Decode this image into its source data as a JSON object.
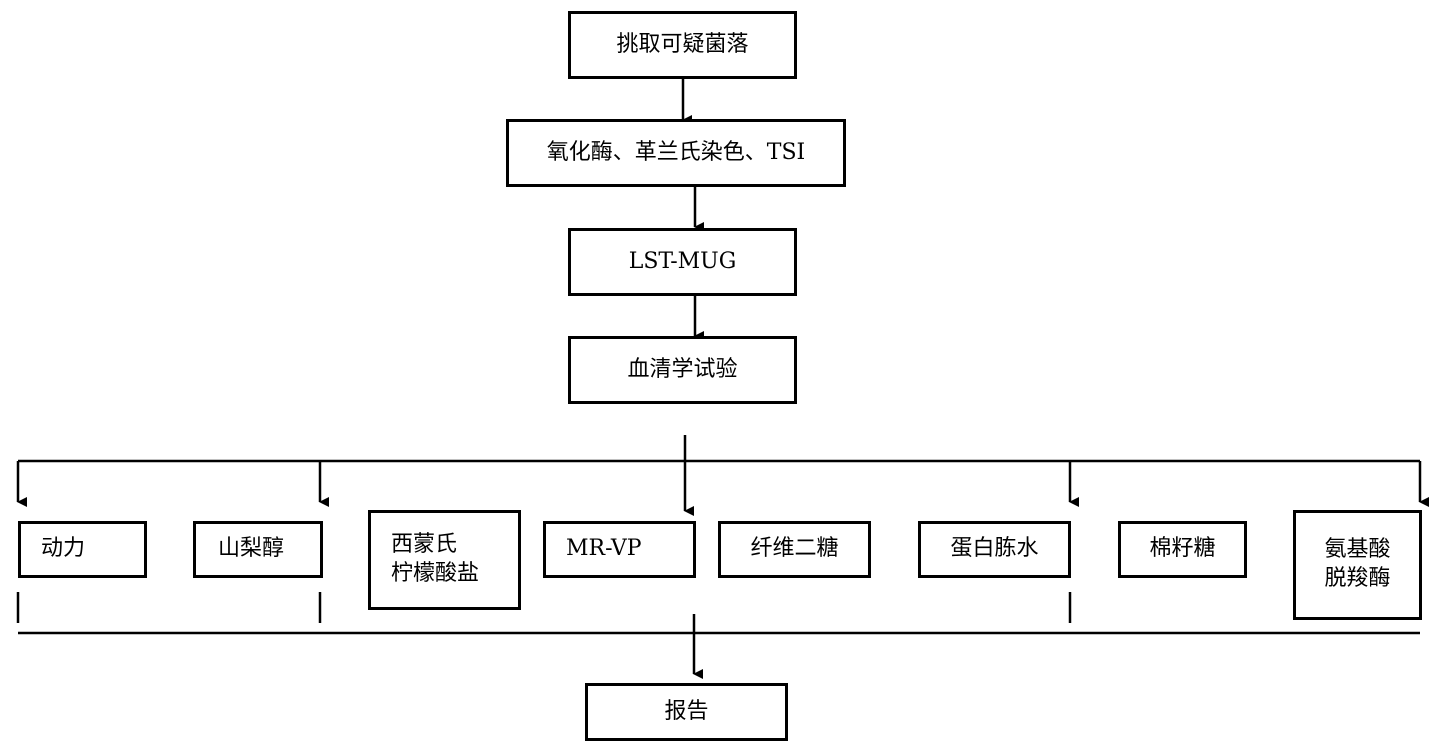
{
  "flow": {
    "step1": "挑取可疑菌落",
    "step2": "氧化酶、革兰氏染色、TSI",
    "step3": "LST-MUG",
    "step4": "血清学试验",
    "report": "报告"
  },
  "tests": {
    "motility": "动力",
    "sorbitol": "山梨醇",
    "citrate_line1": "西蒙氏",
    "citrate_line2": "柠檬酸盐",
    "mrvp": "MR-VP",
    "cellobiose": "纤维二糖",
    "peptone_water": "蛋白胨水",
    "raffinose": "棉籽糖",
    "decarboxylase_line1": "氨基酸",
    "decarboxylase_line2": "脱羧酶"
  }
}
